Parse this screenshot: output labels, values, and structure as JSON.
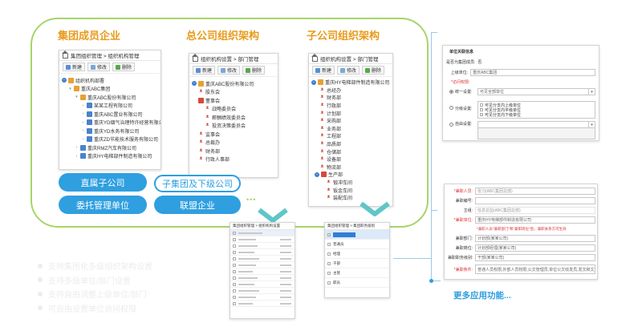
{
  "sections": {
    "group_members": "集团成员企业",
    "head_office": "总公司组织架构",
    "subsidiary": "子公司组织架构"
  },
  "toolbar": {
    "new": "新建",
    "edit": "修改",
    "delete": "删除"
  },
  "panel1": {
    "breadcrumb": "集团组织管理 > 组织机构管理",
    "tree": [
      {
        "label": "组织机构部署",
        "icon": "org"
      },
      {
        "label": "重庆ABC集团",
        "icon": "org"
      },
      {
        "label": "重庆ABC股份有限公司",
        "icon": "org"
      },
      {
        "label": "某某工程有限公司",
        "icon": "dep"
      },
      {
        "label": "重庆ABC置业有限公司",
        "icon": "dep"
      },
      {
        "label": "重庆YD烟气治理特许经营有限公司",
        "icon": "dep"
      },
      {
        "label": "重庆YD水务有限公司",
        "icon": "dep"
      },
      {
        "label": "重庆ZD节能技术服务有限公司",
        "icon": "dep"
      },
      {
        "label": "重庆RMZ汽车有限公司",
        "icon": "dep"
      },
      {
        "label": "重庆HY电梯部件制造有限公司",
        "icon": "dep"
      }
    ]
  },
  "panel2": {
    "breadcrumb": "组织机构设置 > 部门管理",
    "tree": [
      {
        "label": "重庆ABC股份有限公司"
      },
      {
        "label": "股东会"
      },
      {
        "label": "董事会"
      },
      {
        "label": "战略委员会"
      },
      {
        "label": "薪酬绩效委员会"
      },
      {
        "label": "投资决策委员会"
      },
      {
        "label": "监事会"
      },
      {
        "label": "总裁办"
      },
      {
        "label": "财务部"
      },
      {
        "label": "行政人事部"
      }
    ]
  },
  "panel3": {
    "breadcrumb": "组织机构设置 > 部门管理",
    "tree": [
      {
        "label": "重庆HY电梯部件制造有限公司"
      },
      {
        "label": "总经办"
      },
      {
        "label": "财务部"
      },
      {
        "label": "行政部"
      },
      {
        "label": "计划部"
      },
      {
        "label": "采购部"
      },
      {
        "label": "业务部"
      },
      {
        "label": "工程部"
      },
      {
        "label": "品质部"
      },
      {
        "label": "仓储部"
      },
      {
        "label": "设备部"
      },
      {
        "label": "物流部"
      },
      {
        "label": "生产部"
      },
      {
        "label": "锻冲车间"
      },
      {
        "label": "钣金车间"
      },
      {
        "label": "装配车间"
      }
    ]
  },
  "pills": {
    "direct": "直属子公司",
    "sub_group": "子集团及下级公司",
    "entrusted": "委托管理单位",
    "alliance": "联盟企业"
  },
  "mini1": {
    "breadcrumb": "集团组织管理 > 组织机构设置"
  },
  "mini2": {
    "breadcrumb": "集团组织管理 > 集团职务级别",
    "rows": [
      "普通员",
      "经理",
      "干部",
      "主管",
      "职员"
    ]
  },
  "bullets": [
    "支持集团化多级组织架构设置",
    "支持多级单位/部门设置",
    "支持自由调整上级单位/部门",
    "可自由设置单位访问权限"
  ],
  "unit_form": {
    "title": "单位关联信息",
    "closed_label": "是否为集团成员:",
    "closed_value": "否",
    "parent_label": "上级单位:",
    "parent_value": "重庆ABC集团",
    "access_label": "*访问权限:",
    "option1_label": "统一设置:",
    "option1_value": "可见全部单位",
    "option2_label": "分级设置:",
    "option2_checks": [
      "可见分支内上级单位",
      "可见分支内平级单位",
      "可见分支内下级单位"
    ],
    "option3_label": "自由设置:"
  },
  "person_form": {
    "person_label": "*兼职人员:",
    "person_value": "张习(ABC集团总部)",
    "number_label": "兼职编号:",
    "home_label": "主组:",
    "home_value": "信息总监(ABC集团总部)",
    "unit_label": "*兼职单位:",
    "unit_value": "重庆HY电梯部件制造有限公司",
    "notice": "*兼职人员\"兼职部门\"和\"兼职岗位\"后，兼职关系方可生效",
    "dept_label": "兼职部门:",
    "dept_value": "计划部(某某公司)",
    "post_label": "兼职岗位:",
    "post_value": "计划部经理(某某公司)",
    "level_label": "兼职职务级别:",
    "level_value": "干部(某某公司)",
    "desc_label": "*兼职条件:",
    "desc_value": "普通人员权限,外部人员权限,公文管理员,单位公文收发员,发文和文质起权文)"
  },
  "more_text": "更多应用功能...",
  "colors": {
    "frame": "#a5d56a",
    "title_orange": "#e89b1c",
    "accent_blue": "#2f9fe0",
    "bullet_gray": "#ececec"
  }
}
